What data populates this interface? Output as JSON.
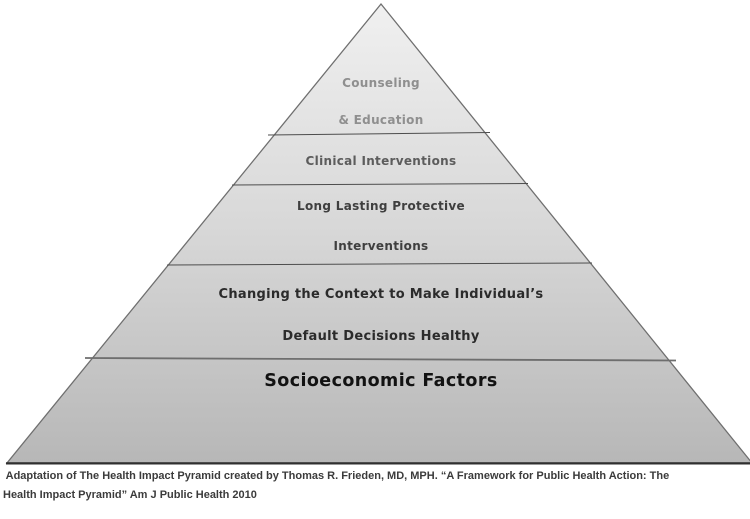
{
  "pyramid": {
    "tiers": [
      {
        "name": "counseling-and-education",
        "lines": [
          "Counseling",
          "& Education"
        ],
        "text_color": "#8f8f8f"
      },
      {
        "name": "clinical-interventions",
        "lines": [
          "Clinical Interventions"
        ],
        "text_color": "#5c5c5c"
      },
      {
        "name": "long-lasting-protective-interventions",
        "lines": [
          "Long Lasting Protective",
          "Interventions"
        ],
        "text_color": "#3f3f3f"
      },
      {
        "name": "changing-the-context",
        "lines": [
          "Changing the Context to Make Individual’s",
          "Default Decisions Healthy"
        ],
        "text_color": "#2b2b2b"
      },
      {
        "name": "socioeconomic-factors",
        "lines": [
          "Socioeconomic Factors"
        ],
        "text_color": "#121212"
      }
    ],
    "fill_top_color": "#f0f0f0",
    "fill_bottom_color": "#b7b7b7",
    "outline_color": "#6f6f6f",
    "base_line_color": "#2f2f2f",
    "divider_color": "#4d4d4d"
  },
  "caption": {
    "lines": [
      " Adaptation of The Health Impact Pyramid created by Thomas R. Frieden, MD, MPH. “A Framework for Public Health Action: The",
      "Health Impact Pyramid” Am J Public Health 2010"
    ]
  }
}
